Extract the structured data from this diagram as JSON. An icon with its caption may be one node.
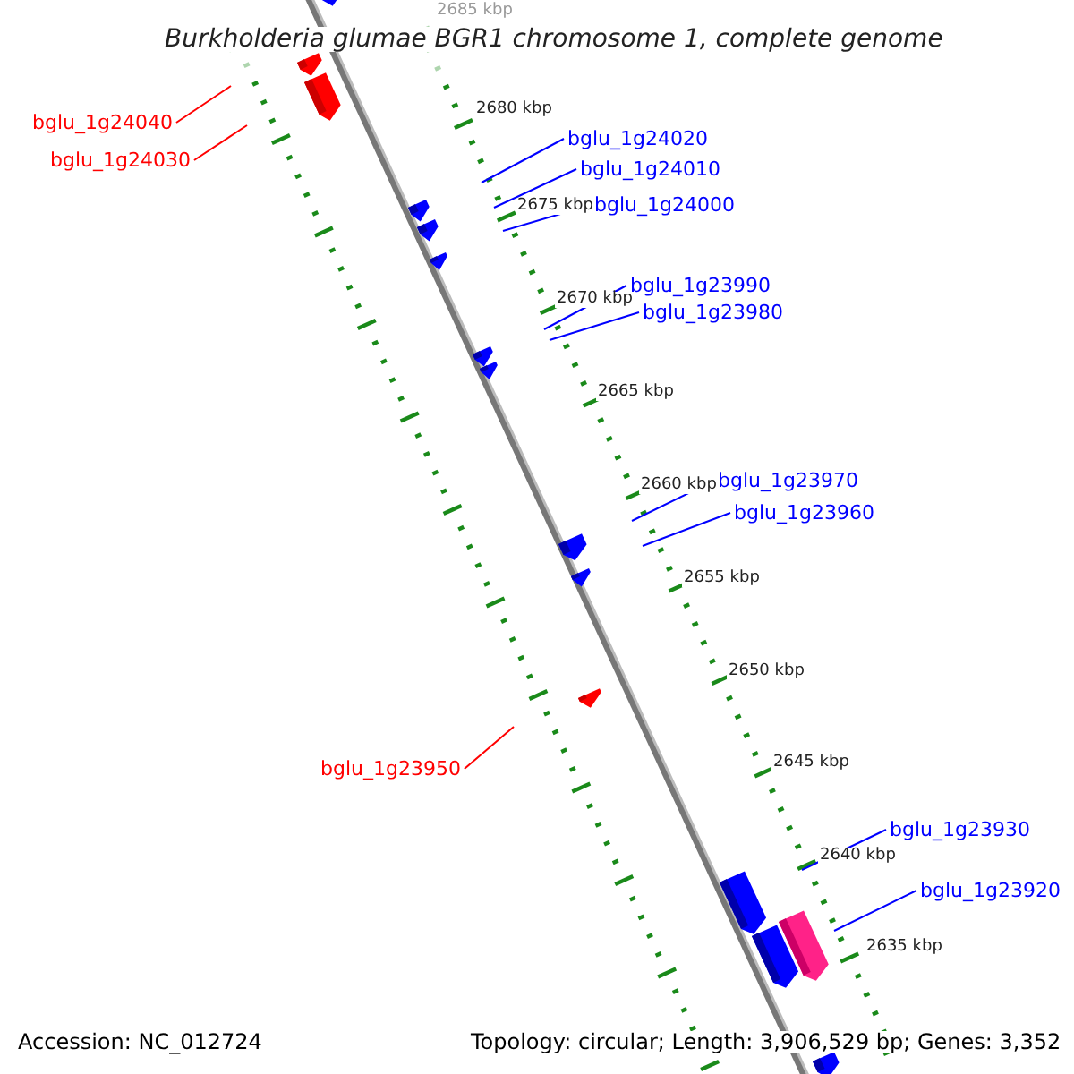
{
  "diagram": {
    "title": "Burkholderia glumae BGR1 chromosome 1, complete genome",
    "nodes": [
      {
        "text": [
          "bglu_1g24040"
        ]
      },
      {
        "text": [
          "bglu_1g24030"
        ]
      },
      {
        "text": [
          "bglu_1g24020"
        ]
      },
      {
        "text": [
          "bglu_1g24010"
        ]
      },
      {
        "text": [
          "bglu_1g24000"
        ]
      },
      {
        "text": [
          "bglu_1g23990"
        ]
      },
      {
        "text": [
          "bglu_1g23980"
        ]
      },
      {
        "text": [
          "bglu_1g23970"
        ]
      },
      {
        "text": [
          "bglu_1g23960"
        ]
      },
      {
        "text": [
          "bglu_1g23950"
        ]
      },
      {
        "text": [
          "bglu_1g23930"
        ]
      },
      {
        "text": [
          "bglu_1g23920"
        ]
      }
    ],
    "edges": [
      {
        "from": 0,
        "to": null,
        "arrow": "none",
        "color": "#ff0000"
      },
      {
        "from": 1,
        "to": null,
        "arrow": "none",
        "color": "#ff0000"
      },
      {
        "from": 2,
        "to": null,
        "arrow": "none"
      },
      {
        "from": 3,
        "to": null,
        "arrow": "none"
      },
      {
        "from": 4,
        "to": null,
        "arrow": "none"
      },
      {
        "from": 5,
        "to": null,
        "arrow": "none"
      },
      {
        "from": 6,
        "to": null,
        "arrow": "none"
      },
      {
        "from": 7,
        "to": null,
        "arrow": "none"
      },
      {
        "from": 8,
        "to": null,
        "arrow": "none"
      },
      {
        "from": 9,
        "to": null,
        "arrow": "none",
        "color": "#ff0000"
      },
      {
        "from": 10,
        "to": null,
        "arrow": "none"
      },
      {
        "from": 11,
        "to": null,
        "arrow": "none"
      }
    ],
    "labels": [
      "2685 kbp",
      "2680 kbp",
      "2675 kbp",
      "2670 kbp",
      "2665 kbp",
      "2660 kbp",
      "2655 kbp",
      "2650 kbp",
      "2645 kbp",
      "2640 kbp",
      "2635 kbp",
      "Accession: NC_012724",
      "Topology: circular; Length: 3,906,529 bp; Genes: 3,352"
    ]
  }
}
